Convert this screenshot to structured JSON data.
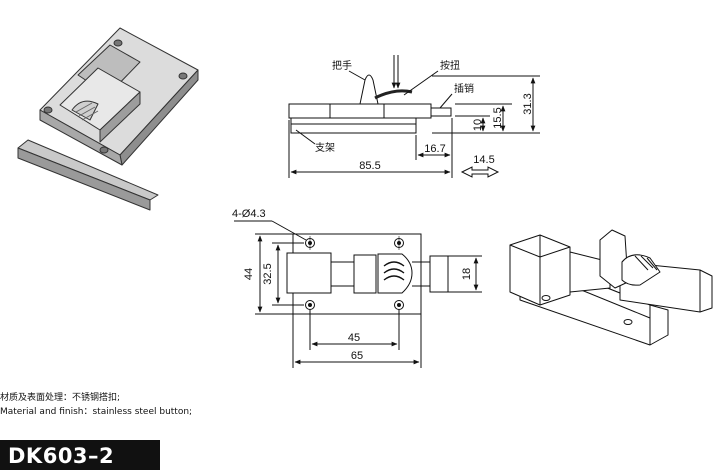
{
  "side_view": {
    "labels": {
      "handle": "把手",
      "button": "按扭",
      "pin": "插销",
      "bracket": "支架"
    },
    "dims": {
      "height_total": "31.3",
      "height_mid": "15.5",
      "height_small": "10",
      "pin_ext": "16.7",
      "length": "85.5",
      "travel": "14.5"
    }
  },
  "top_view": {
    "hole_label": "4-Ø4.3",
    "dims": {
      "height": "44",
      "hole_pitch_v": "32.5",
      "pin_dia": "18",
      "hole_pitch_h": "45",
      "width": "65"
    }
  },
  "notes": {
    "cn": "材质及表面处理：不锈钢搭扣;",
    "en": "Material and finish：stainless steel button;"
  },
  "model": "DK603–2"
}
